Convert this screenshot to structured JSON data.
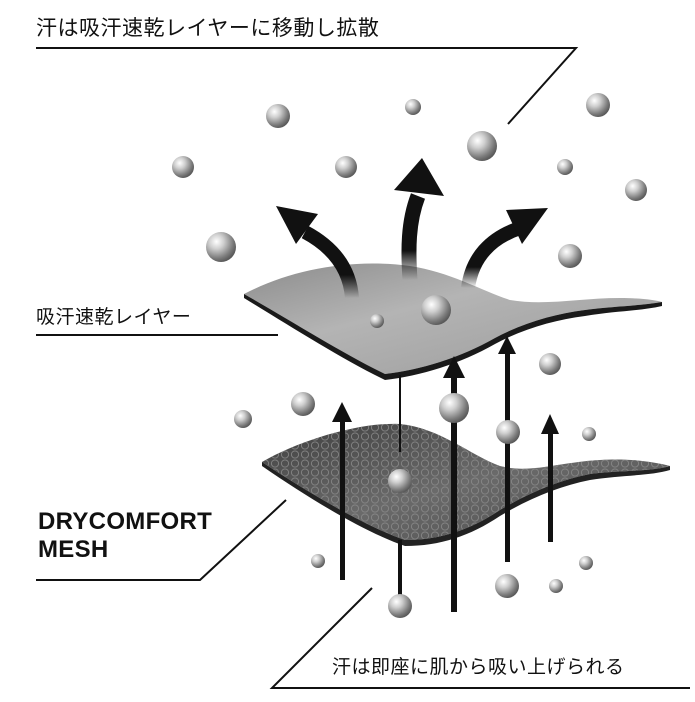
{
  "labels": {
    "top": "汗は吸汗速乾レイヤーに移動し拡散",
    "middle": "吸汗速乾レイヤー",
    "mesh_line1": "DRYCOMFORT",
    "mesh_line2": "MESH",
    "bottom": "汗は即座に肌から吸い上げられる"
  },
  "colors": {
    "ink": "#111111",
    "layer_top": "#9a9a9a",
    "mesh": "#5a5a5a",
    "background": "#ffffff"
  }
}
